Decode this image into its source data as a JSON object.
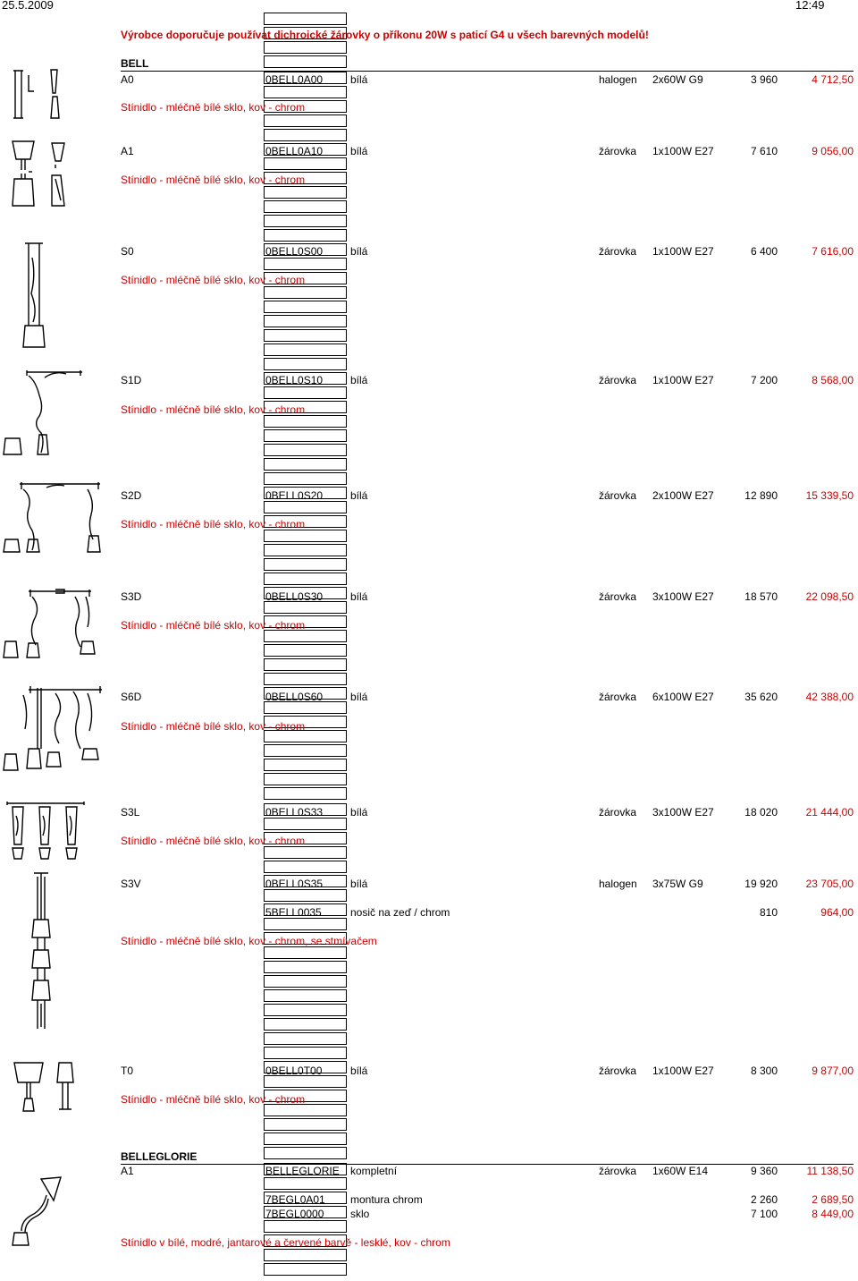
{
  "header": {
    "date": "25.5.2009",
    "time": "12:49"
  },
  "notice": "Výrobce doporučuje používat dichroické žárovky o příkonu 20W s paticí G4 u všech barevných modelů!",
  "colors": {
    "note": "#cc0000",
    "text": "#000000"
  },
  "sections": [
    {
      "title": "BELL",
      "products": [
        {
          "model": "A0",
          "code": "0BELL0A00",
          "color": "bílá",
          "source": "halogen",
          "power": "2x60W G9",
          "price": "3 960",
          "price_vat": "4 712,50",
          "note": "Stínidlo - mléčně bílé sklo, kov - chrom",
          "icon": "lamp-a0-icon"
        },
        {
          "model": "A1",
          "code": "0BELL0A10",
          "color": "bílá",
          "source": "žárovka",
          "power": "1x100W E27",
          "price": "7 610",
          "price_vat": "9 056,00",
          "note": "Stínidlo - mléčně bílé sklo, kov - chrom",
          "icon": "lamp-a1-icon"
        },
        {
          "model": "S0",
          "code": "0BELL0S00",
          "color": "bílá",
          "source": "žárovka",
          "power": "1x100W E27",
          "price": "6 400",
          "price_vat": "7 616,00",
          "note": "Stínidlo - mléčně bílé sklo, kov - chrom",
          "icon": "lamp-s0-icon"
        },
        {
          "model": "S1D",
          "code": "0BELL0S10",
          "color": "bílá",
          "source": "žárovka",
          "power": "1x100W E27",
          "price": "7 200",
          "price_vat": "8 568,00",
          "note": "Stínidlo - mléčně bílé sklo, kov - chrom",
          "icon": "lamp-s1d-icon"
        },
        {
          "model": "S2D",
          "code": "0BELL0S20",
          "color": "bílá",
          "source": "žárovka",
          "power": "2x100W E27",
          "price": "12 890",
          "price_vat": "15 339,50",
          "note": "Stínidlo - mléčně bílé sklo, kov - chrom",
          "icon": "lamp-s2d-icon"
        },
        {
          "model": "S3D",
          "code": "0BELL0S30",
          "color": "bílá",
          "source": "žárovka",
          "power": "3x100W E27",
          "price": "18 570",
          "price_vat": "22 098,50",
          "note": "Stínidlo - mléčně bílé sklo, kov - chrom",
          "icon": "lamp-s3d-icon"
        },
        {
          "model": "S6D",
          "code": "0BELL0S60",
          "color": "bílá",
          "source": "žárovka",
          "power": "6x100W E27",
          "price": "35 620",
          "price_vat": "42 388,00",
          "note": "Stínidlo - mléčně bílé sklo, kov - chrom",
          "icon": "lamp-s6d-icon"
        },
        {
          "model": "S3L",
          "code": "0BELL0S33",
          "color": "bílá",
          "source": "žárovka",
          "power": "3x100W E27",
          "price": "18 020",
          "price_vat": "21 444,00",
          "note": "Stínidlo - mléčně bílé sklo, kov - chrom",
          "icon": "lamp-s3l-icon"
        },
        {
          "model": "S3V",
          "code": "0BELL0S35",
          "color": "bílá",
          "source": "halogen",
          "power": "3x75W G9",
          "price": "19 920",
          "price_vat": "23 705,00",
          "note": "Stínidlo - mléčně bílé sklo, kov - chrom, se stmívačem",
          "icon": "lamp-s3v-icon",
          "accessory": {
            "code": "5BELL0035",
            "desc": "nosič na zeď / chrom",
            "price": "810",
            "price_vat": "964,00"
          }
        },
        {
          "model": "T0",
          "code": "0BELL0T00",
          "color": "bílá",
          "source": "žárovka",
          "power": "1x100W E27",
          "price": "8 300",
          "price_vat": "9 877,00",
          "note": "Stínidlo - mléčně bílé sklo, kov - chrom",
          "icon": "lamp-t0-icon"
        }
      ]
    },
    {
      "title": "BELLEGLORIE",
      "products": [
        {
          "model": "A1",
          "code": "BELLEGLORIE",
          "color": "kompletní",
          "source": "žárovka",
          "power": "1x60W E14",
          "price": "9 360",
          "price_vat": "11 138,50",
          "icon": "lamp-belleglorie-icon",
          "parts": [
            {
              "code": "7BEGL0A01",
              "desc": "montura chrom",
              "price": "2 260",
              "price_vat": "2 689,50"
            },
            {
              "code": "7BEGL0000",
              "desc": "sklo",
              "price": "7 100",
              "price_vat": "8 449,00"
            }
          ],
          "note": "Stínidlo v bílé, modré, jantarové a červené barvě - lesklé, kov - chrom"
        }
      ]
    }
  ]
}
